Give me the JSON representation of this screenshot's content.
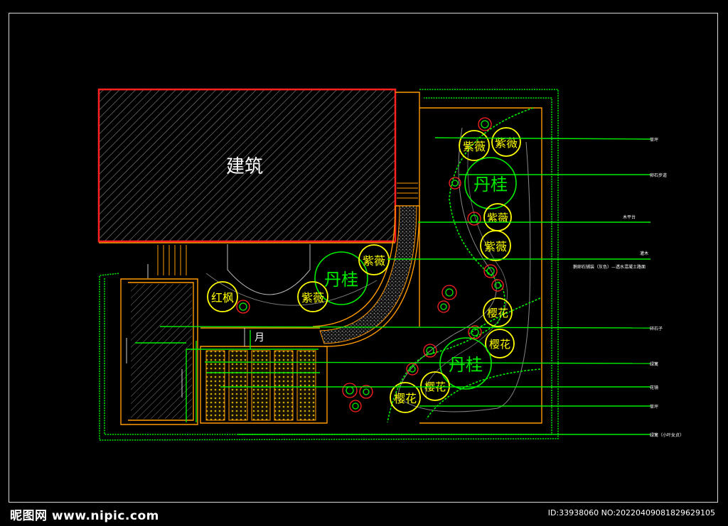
{
  "plan": {
    "building_label": "建筑",
    "plants": {
      "danggui": "丹桂",
      "ziwei": "紫薇",
      "hongfeng": "红枫",
      "yinghua": "樱花",
      "yuehua": "月"
    },
    "leaders": [
      {
        "id": "l1",
        "label": "草坪"
      },
      {
        "id": "l2",
        "label": "卵石步道"
      },
      {
        "id": "l3",
        "label": "木平台"
      },
      {
        "id": "l4",
        "label": "鹅卵石铺装（灰色）—透水混凝土路面"
      },
      {
        "id": "l5",
        "label": "碎石子"
      },
      {
        "id": "l6",
        "label": "绿篱"
      },
      {
        "id": "l7",
        "label": "花镜"
      },
      {
        "id": "l8",
        "label": "草坪"
      },
      {
        "id": "l9",
        "label": "灌木"
      },
      {
        "id": "l10",
        "label": "绿篱（小叶女贞）"
      }
    ]
  },
  "colors": {
    "background": "#000000",
    "building": "#ff2020",
    "green": "#00ee00",
    "yellow": "#ffff00",
    "orange": "#ff9900",
    "red": "#ff2222",
    "white": "#ffffff",
    "grey": "#aaaaaa"
  },
  "watermark": {
    "site": "昵图网 www.nipic.com",
    "id": "ID:33938060 NO:20220409081829629105"
  }
}
